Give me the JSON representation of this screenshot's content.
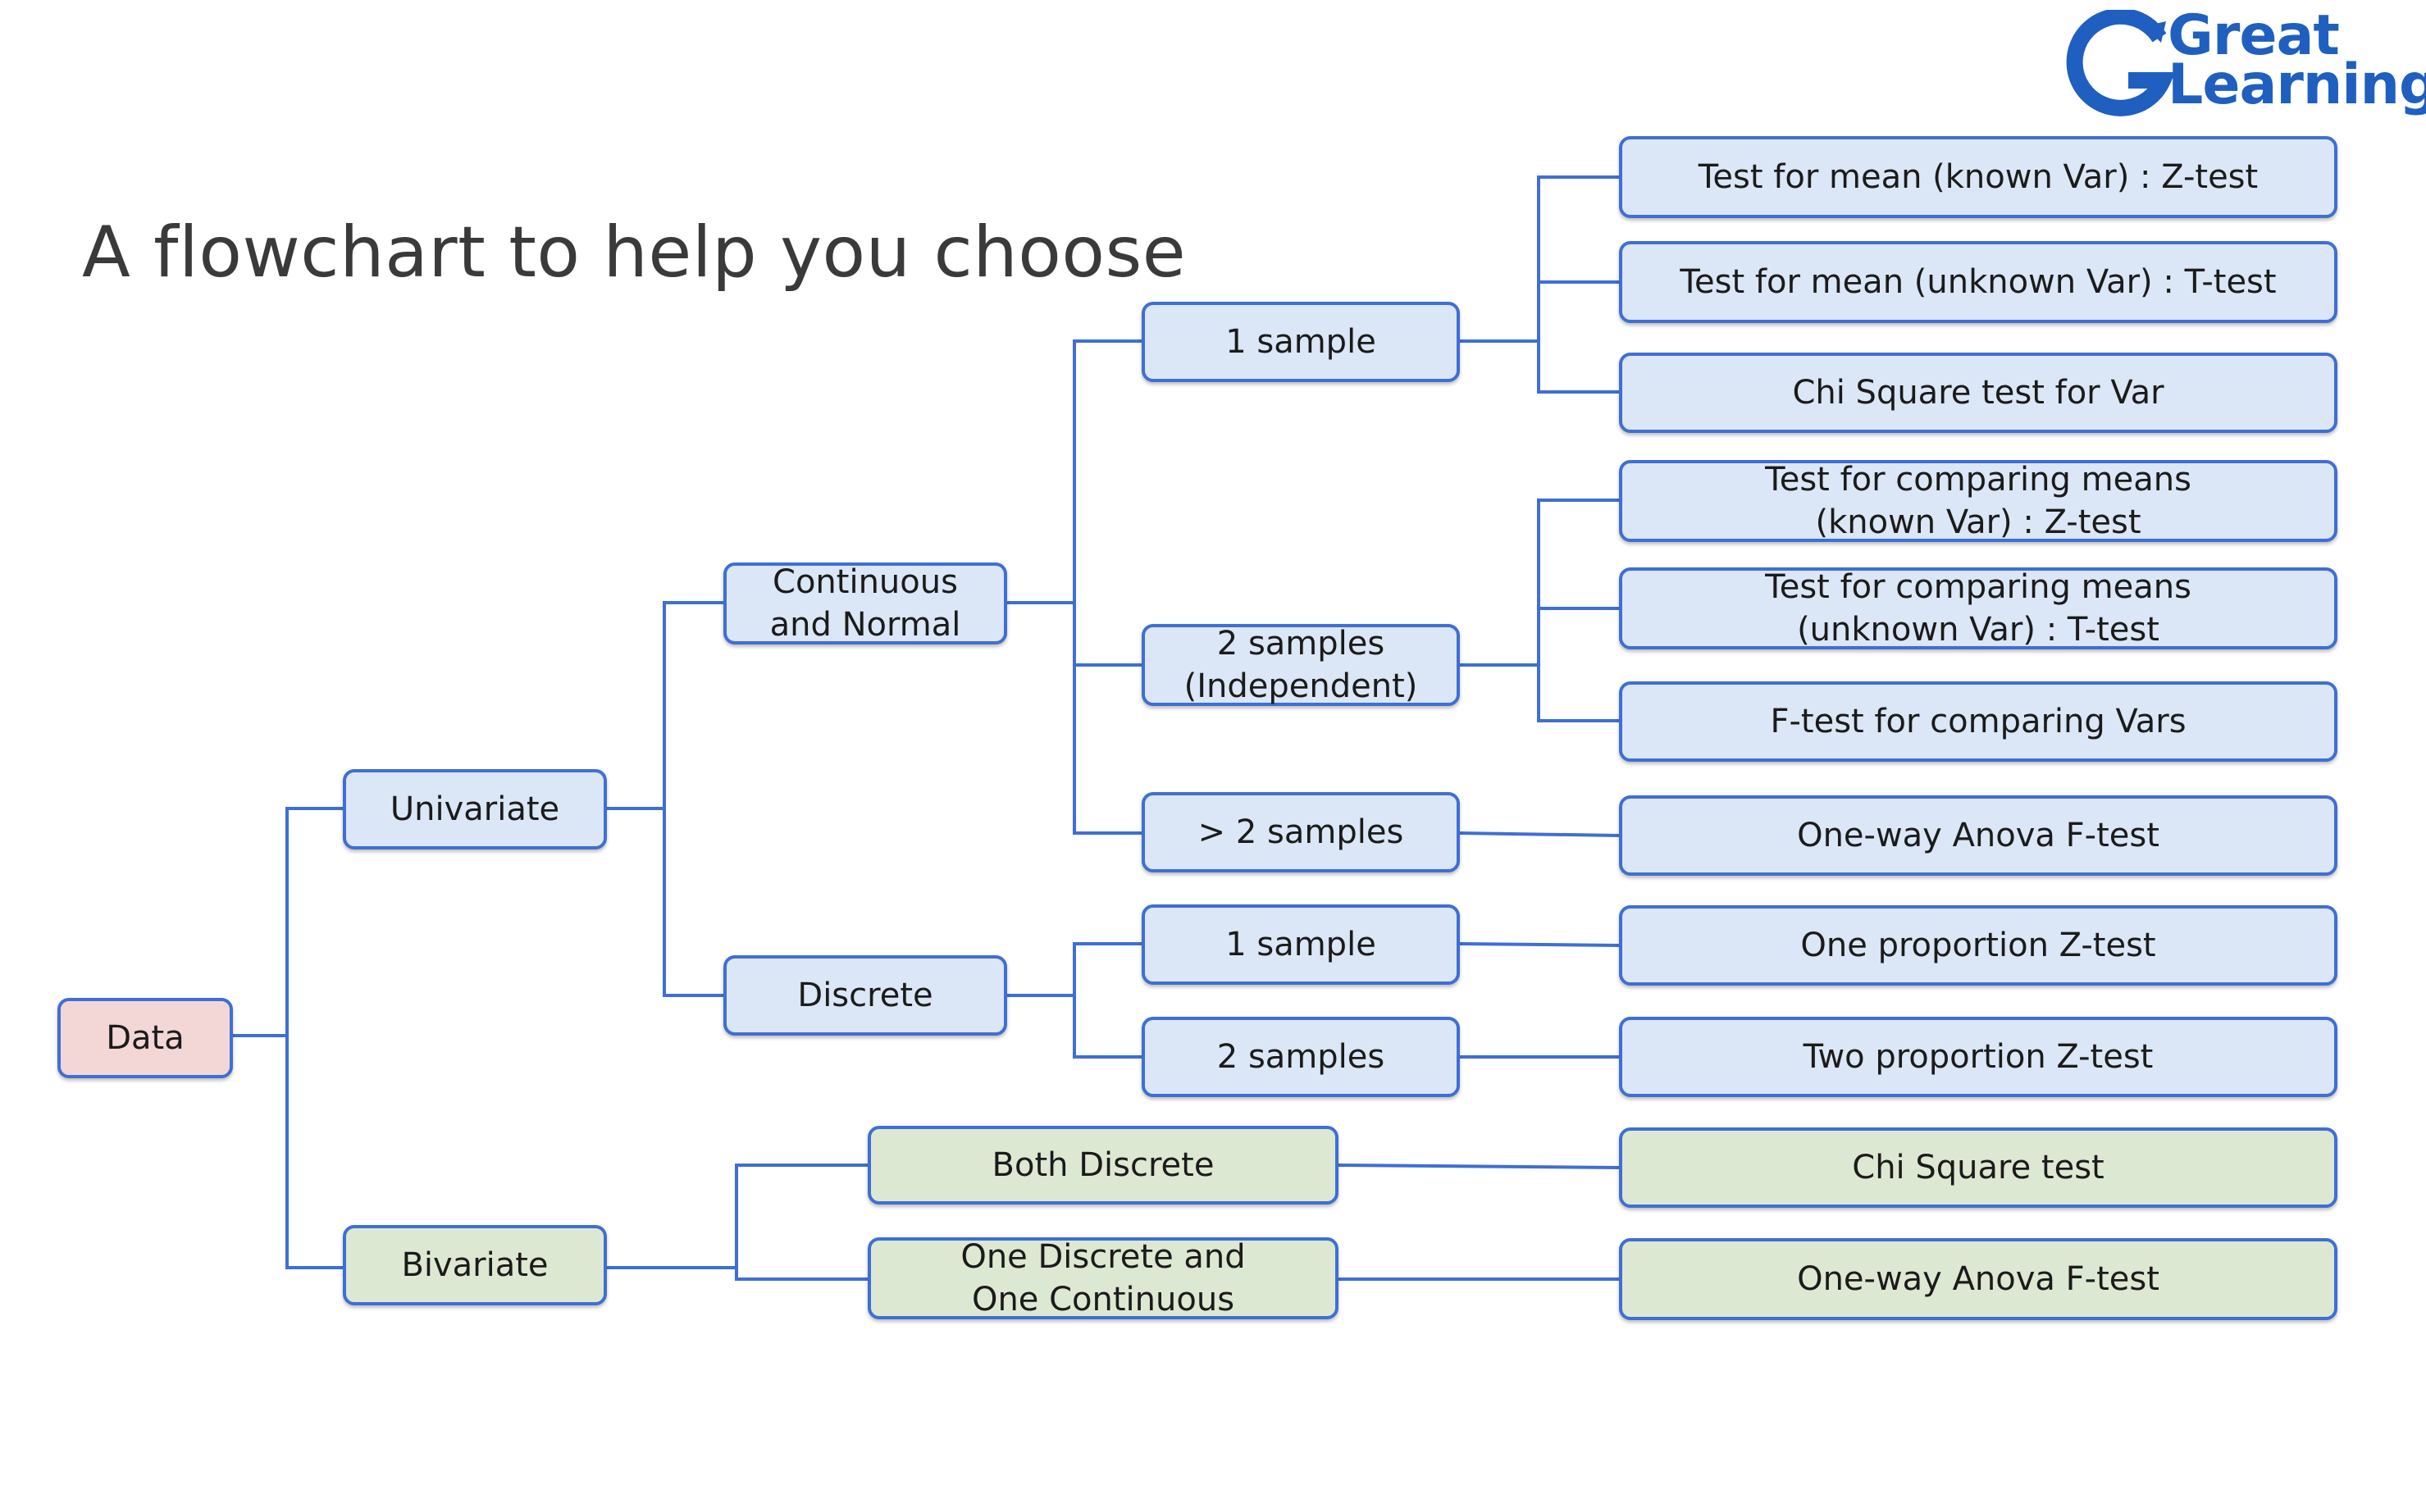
{
  "title": "A flowchart to help you choose",
  "logo": {
    "word1": "Great",
    "word2": "Learning"
  },
  "colors": {
    "line": "#3f6fd4",
    "blue_fill": "#dbe6f6",
    "green_fill": "#dde8d2",
    "pink_fill": "#f3d6d6"
  },
  "nodes": {
    "data": "Data",
    "univariate": "Univariate",
    "bivariate": "Bivariate",
    "continuous": [
      "Continuous",
      "and Normal"
    ],
    "discrete": "Discrete",
    "one_sample": "1 sample",
    "two_samples_indep": [
      "2 samples",
      "(Independent)"
    ],
    "gt_two_samples": "> 2 samples",
    "disc_one_sample": "1 sample",
    "disc_two_samples": "2 samples",
    "both_discrete": "Both Discrete",
    "one_disc_one_cont": [
      "One Discrete and",
      "One Continuous"
    ]
  },
  "tests": {
    "z_mean_known": "Test for mean (known Var) : Z-test",
    "t_mean_unknown": "Test for mean (unknown Var) : T-test",
    "chi_var": "Chi Square test for Var",
    "z_compare_means": [
      "Test for comparing means",
      "(known Var) : Z-test"
    ],
    "t_compare_means": [
      "Test for comparing means",
      "(unknown Var) : T-test"
    ],
    "f_compare_vars": "F-test for comparing Vars",
    "anova_cont": "One-way Anova F-test",
    "one_prop_z": "One proportion Z-test",
    "two_prop_z": "Two proportion Z-test",
    "chi_square": "Chi Square test",
    "anova_bivar": "One-way Anova F-test"
  }
}
